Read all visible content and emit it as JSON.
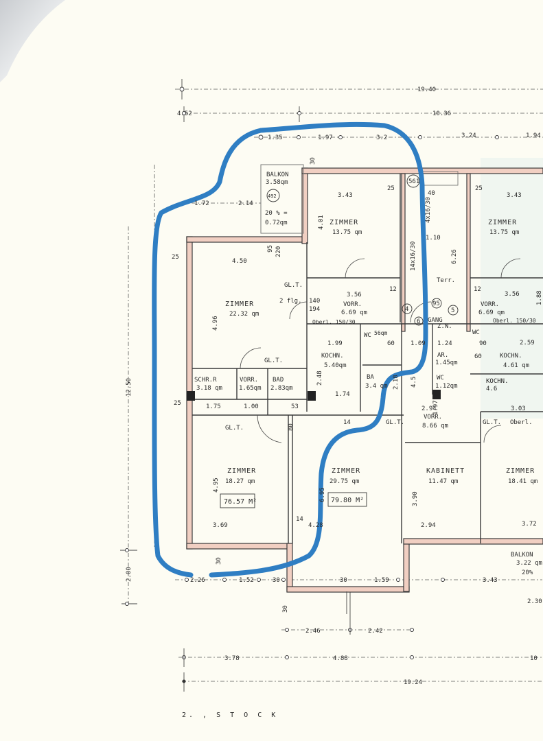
{
  "title": "2. , S T O C K",
  "colors": {
    "paper": "#fdfcf3",
    "wall_fill": "#f1cfc2",
    "marker": "#2f7ec3"
  },
  "rooms": {
    "balkon_top": {
      "name": "BALKON",
      "area": "3.58qm",
      "circle": "492",
      "note": "20 % =",
      "share": "0.72qm"
    },
    "zimmer_a": {
      "name": "ZIMMER",
      "area": "13.75 qm"
    },
    "zimmer_a_right": {
      "name": "ZIMMER",
      "area": "13.75 qm"
    },
    "zimmer_b": {
      "name": "ZIMMER",
      "area": "22.32 qm"
    },
    "vorr_a": {
      "name": "VORR.",
      "area": "6.69 qm",
      "oberl": "Oberl. 150/30"
    },
    "vorr_a_right": {
      "name": "VORR.",
      "area": "6.69 qm",
      "oberl": "Oberl. 150/30"
    },
    "kochn_a": {
      "name": "KOCHN.",
      "area": "5.40qm"
    },
    "kochn_right": {
      "name": "KOCHN.",
      "area": "4.61 qm"
    },
    "kochn_right2": {
      "name": "KOCHN.",
      "area": "4.6"
    },
    "wc_a": {
      "name": "WC",
      "area": "56qm"
    },
    "wc_right": {
      "name": "WC"
    },
    "wc_b": {
      "name": "WC",
      "area": "1.12qm"
    },
    "ar": {
      "name": "AR.",
      "area": "1.45qm"
    },
    "zn": {
      "name": "Z.N."
    },
    "gang": {
      "name": "GANG"
    },
    "terr": {
      "name": "Terr."
    },
    "schrr": {
      "name": "SCHR.R",
      "area": "3.18 qm"
    },
    "vorr_small": {
      "name": "VORR.",
      "area": "1.65qm"
    },
    "bad_small": {
      "name": "BAD",
      "area": "2.83qm"
    },
    "bad_b": {
      "name": "BA",
      "area": "3.4 qm"
    },
    "vorr_b": {
      "name": "VORR.",
      "area": "8.66 qm"
    },
    "zimmer_c": {
      "name": "ZIMMER",
      "area": "18.27 qm",
      "total": "76.57 M²"
    },
    "zimmer_d": {
      "name": "ZIMMER",
      "area": "29.75 qm",
      "total": "79.80 M²"
    },
    "kabinett": {
      "name": "KABINETT",
      "area": "11.47 qm"
    },
    "zimmer_e": {
      "name": "ZIMMER",
      "area": "18.41 qm"
    },
    "balkon_bottom": {
      "name": "BALKON",
      "area": "3.22 qm",
      "note": "20%"
    }
  },
  "labels": {
    "gl_t": "GL.T.",
    "two_flg": "2 flg.",
    "oberl": "Oberl."
  },
  "circles": [
    "4",
    "5",
    "6",
    "95",
    "561"
  ],
  "dimensions": {
    "top": [
      "19.40",
      "4.52",
      "10.36",
      "1.35",
      "1.97",
      "3.2",
      "3.24",
      "1.94"
    ],
    "upper": [
      "1.72",
      "2.14",
      "30",
      "3.43",
      "25",
      "4.01",
      "40",
      "4x16/30",
      "1.10",
      "14x16/30",
      "6.26",
      "25",
      "3.43"
    ],
    "mid": [
      "4.50",
      "25",
      "95",
      "220",
      "4.96",
      "140",
      "194",
      "3.56",
      "12",
      "12",
      "3.56",
      "1.88",
      "1.99",
      "2.48",
      "1.74",
      "1.09",
      "1.24",
      "60",
      "90",
      "60",
      "2.59"
    ],
    "lower": [
      "1.75",
      "1.00",
      "53",
      "25",
      "2.18",
      "4.5",
      "2.94",
      "1.97",
      "3.03",
      "14",
      "80",
      "4.95",
      "6.95",
      "3.90",
      "12.50"
    ],
    "bottom": [
      "3.69",
      "14",
      "4.28",
      "2.94",
      "3.72",
      "2.26",
      "1.52",
      "30",
      "30",
      "1.59",
      "3.43",
      "30",
      "30",
      "2.00",
      "2.30",
      "2.46",
      "2.42",
      "3.78",
      "4.88",
      "10",
      "19.24"
    ]
  }
}
